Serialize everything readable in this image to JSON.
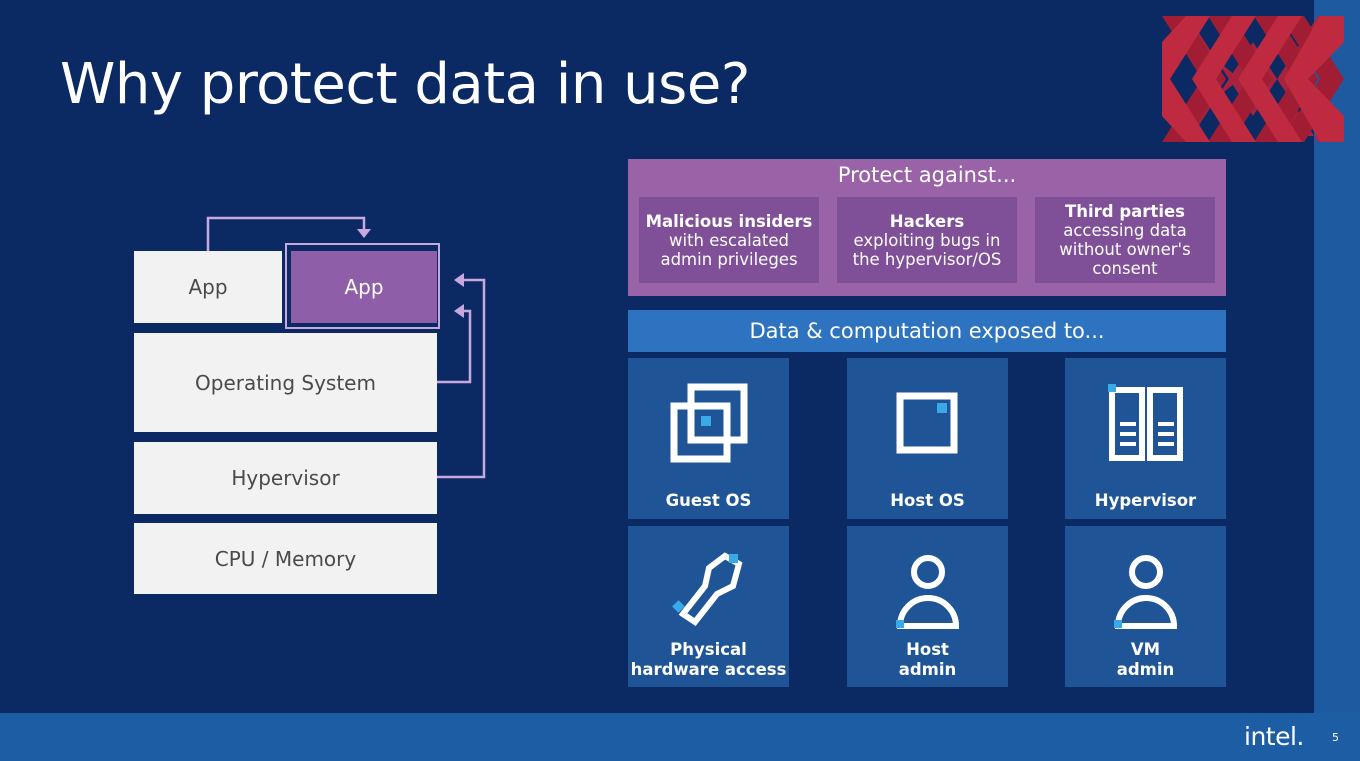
{
  "slide": {
    "title": "Why protect data in use?",
    "slide_number": "5",
    "brand": "intel"
  },
  "stack": {
    "app_left": "App",
    "app_right": "App",
    "os": "Operating System",
    "hypervisor": "Hypervisor",
    "cpu_memory": "CPU / Memory"
  },
  "protect": {
    "title": "Protect against...",
    "threats": [
      {
        "head": "Malicious insiders",
        "line1": "with escalated",
        "line2": "admin privileges"
      },
      {
        "head": "Hackers",
        "line1": "exploiting bugs in",
        "line2": "the hypervisor/OS"
      },
      {
        "head": "Third parties",
        "line1": "accessing data",
        "line2": "without owner's",
        "line3": "consent"
      }
    ]
  },
  "exposed": {
    "title": "Data & computation exposed to...",
    "tiles": [
      {
        "icon": "guest-os-icon",
        "line1": "Guest OS",
        "line2": ""
      },
      {
        "icon": "host-os-icon",
        "line1": "Host OS",
        "line2": ""
      },
      {
        "icon": "hypervisor-icon",
        "line1": "Hypervisor",
        "line2": ""
      },
      {
        "icon": "wrench-icon",
        "line1": "Physical",
        "line2": "hardware access"
      },
      {
        "icon": "user-icon",
        "line1": "Host",
        "line2": "admin"
      },
      {
        "icon": "user-icon",
        "line1": "VM",
        "line2": "admin"
      }
    ]
  },
  "colors": {
    "background": "#0b2a63",
    "accent_purple": "#9a63a8",
    "accent_blue": "#2d73bf",
    "tile_blue": "#1f5597",
    "logo_red": "#b5233a",
    "highlight_cyan": "#39a9e8"
  }
}
